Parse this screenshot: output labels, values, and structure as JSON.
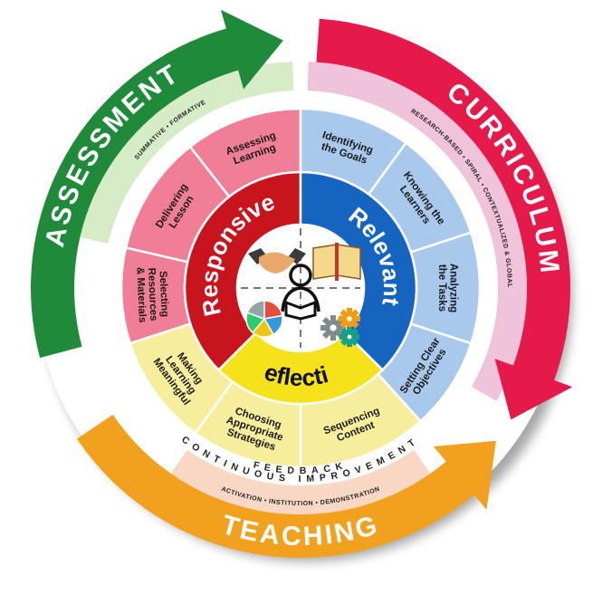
{
  "arrows": {
    "assessment": {
      "label": "ASSESSMENT",
      "sublabel": "SUMMATIVE  •  FORMATIVE",
      "color": "#1f8a3a",
      "band_color": "#d6ecc7"
    },
    "curriculum": {
      "label": "CURRICULUM",
      "sublabel": "RESEARCH-BASED • SPIRAL • CONTEXTUALIZED & GLOBAL",
      "color": "#e5194a",
      "band_color": "#efc3da"
    },
    "teaching": {
      "label": "TEACHING",
      "sublabel": "ACTIVATION • INSTITUTION • DEMONSTRATION",
      "color": "#f2a11f",
      "band_color": "#f8d7c4"
    }
  },
  "rings": {
    "top": "FEEDBACK",
    "bottom": "CONTINUOUS IMPROVEMENT"
  },
  "pillars": {
    "responsive": {
      "label": "Responsive",
      "color": "#c8141d"
    },
    "relevant": {
      "label": "Relevant",
      "color": "#1565c0"
    },
    "reflective": {
      "label": "Reflective",
      "color": "#f5e21a"
    }
  },
  "segments": {
    "red": [
      {
        "lines": [
          "Selecting",
          "Resources",
          "& Materials"
        ]
      },
      {
        "lines": [
          "Delivering",
          "Lesson"
        ]
      },
      {
        "lines": [
          "Assessing",
          "Learning"
        ]
      }
    ],
    "blue": [
      {
        "lines": [
          "Identifying",
          "the Goals"
        ]
      },
      {
        "lines": [
          "Knowing the",
          "Learners"
        ]
      },
      {
        "lines": [
          "Analyzing",
          "the Tasks"
        ]
      },
      {
        "lines": [
          "Setting Clear",
          "Objectives"
        ]
      }
    ],
    "yellow": [
      {
        "lines": [
          "Sequencing",
          "Content"
        ]
      },
      {
        "lines": [
          "Choosing",
          "Appropriate",
          "Strategies"
        ]
      },
      {
        "lines": [
          "Making",
          "Learning",
          "Meaningful"
        ]
      }
    ]
  },
  "colors": {
    "red_segment": "#f07e97",
    "blue_segment": "#a9c9ec",
    "yellow_segment": "#f6ee9c"
  },
  "center_icons": [
    "handshake-icon",
    "open-book-icon",
    "reader-icon",
    "pie-chart-icon",
    "gears-icon"
  ]
}
